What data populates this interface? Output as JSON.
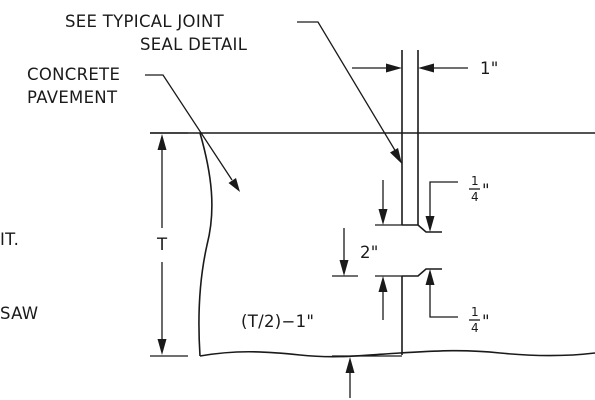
{
  "notes": {
    "joint_seal_line1": "SEE TYPICAL JOINT",
    "joint_seal_line2": "SEAL DETAIL",
    "concrete_line1": "CONCRETE",
    "concrete_line2": "PAVEMENT",
    "cut_off_1": "IT.",
    "cut_off_2": "SAW"
  },
  "dimensions": {
    "joint_width": "1\"",
    "slab_thickness": "T",
    "groove_depth": "2\"",
    "crack_depth": "(T/2)−1\"",
    "upper_step_num": "1",
    "upper_step_den": "4",
    "upper_step_inch": "\"",
    "lower_step_num": "1",
    "lower_step_den": "4",
    "lower_step_inch": "\""
  }
}
